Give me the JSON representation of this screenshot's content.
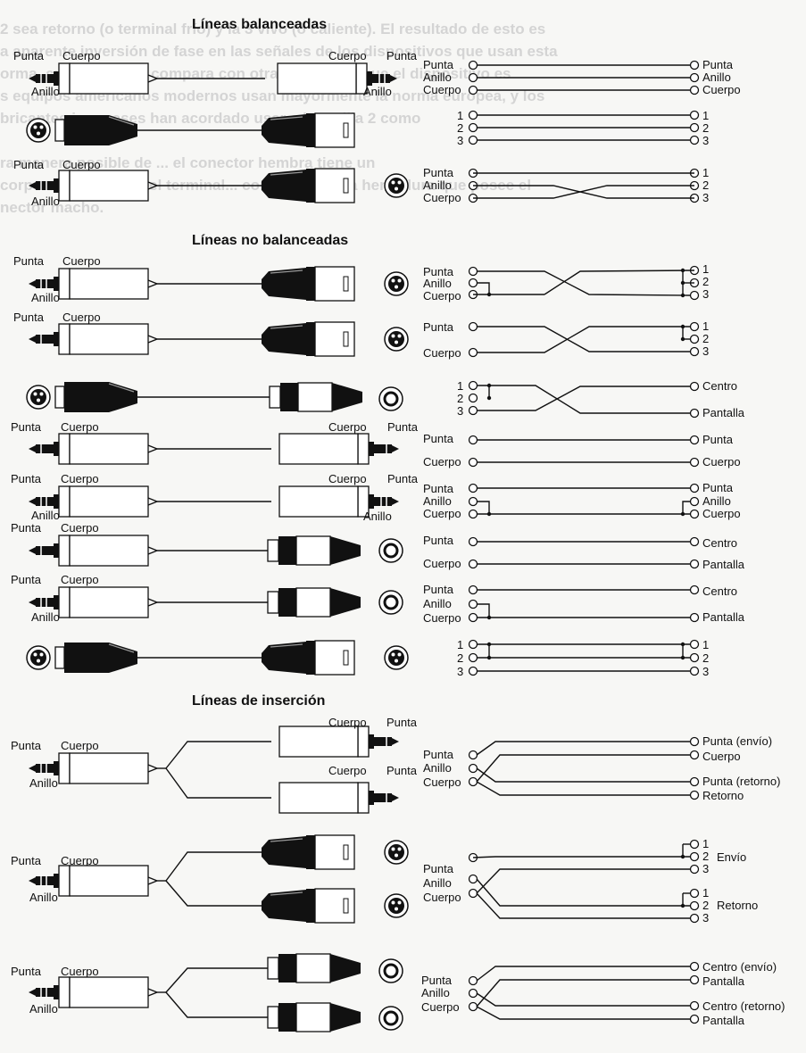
{
  "background_text": [
    "2 sea retorno (o terminal frío) y la 3 vivo (o caliente). El resultado de esto es",
    "a aparente inversión de fase en las señales de los dispositivos que usan esta",
    "orma, cuando se los compara con otra que indica que el dispositivo es",
    "s equipos americanos modernos usan mayormente la norma europea, y los",
    "bricantes japoneses han acordado usar a la patilla 2 como",
    "ra manera posible de ... el conector hembra tiene un",
    "corporado el anillo del terminal... conocido con la hendidura que posee el",
    "nector macho."
  ],
  "headings": {
    "balanced": "Líneas balanceadas",
    "unbalanced": "Líneas no balanceadas",
    "insert": "Líneas de inserción"
  },
  "labels": {
    "punta": "Punta",
    "cuerpo": "Cuerpo",
    "anillo": "Anillo",
    "centro": "Centro",
    "pantalla": "Pantalla",
    "pin1": "1",
    "pin2": "2",
    "pin3": "3",
    "punta_envio": "Punta (envío)",
    "punta_retorno": "Punta (retorno)",
    "retorno": "Retorno",
    "envio": "Envío",
    "centro_envio": "Centro (envío)",
    "centro_retorno": "Centro (retorno)"
  },
  "colors": {
    "ink": "#111111",
    "paper": "#f7f7f5",
    "bleed": "#d4d4d4"
  }
}
